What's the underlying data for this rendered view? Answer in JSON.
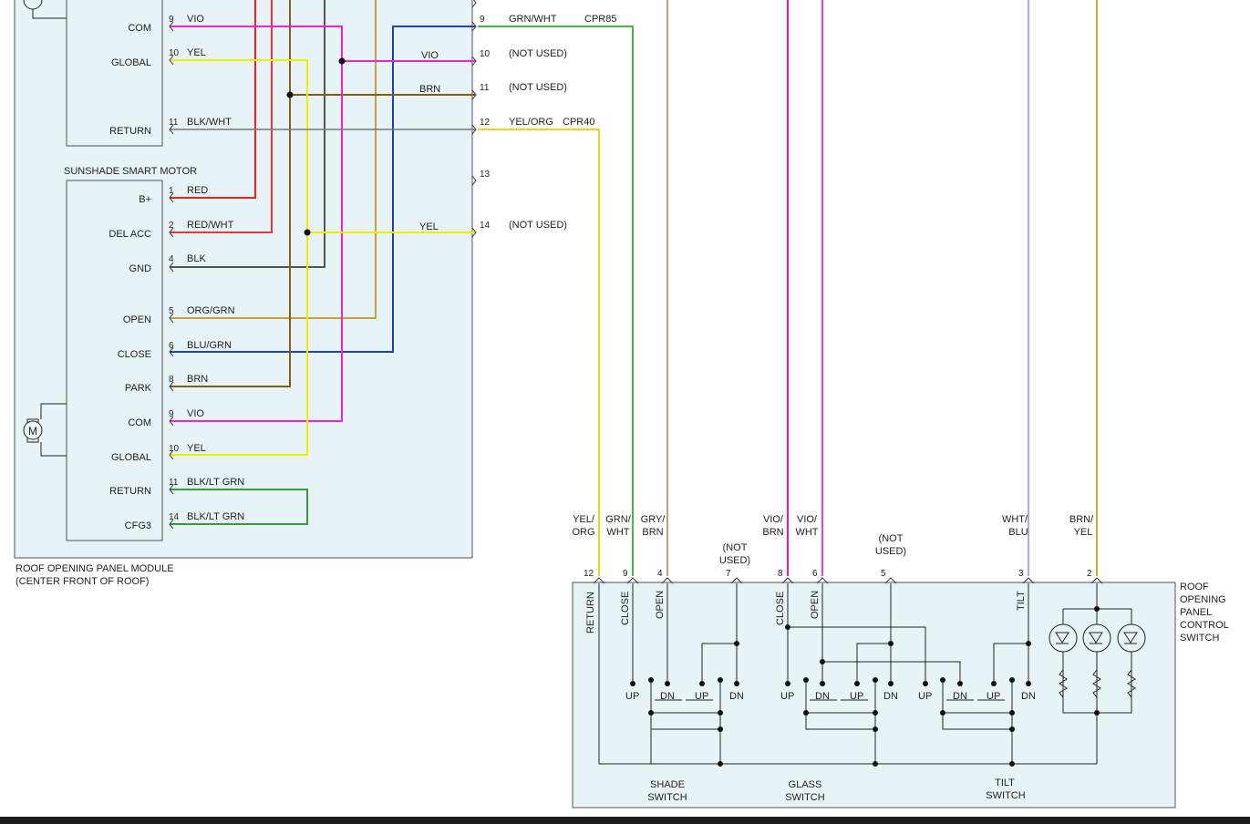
{
  "colors": {
    "VIO": "#ee22dd",
    "YEL": "#eeee00",
    "BLK_WHT": "#777777",
    "RED": "#ee2222",
    "RED_WHT": "#ee3333",
    "BLK": "#555555",
    "ORG_GRN": "#c8a040",
    "BLU_GRN": "#1f3fbf",
    "BRN": "#806010",
    "BLK_LTGRN": "#3a9a3a",
    "GRN_WHT": "#44bb44",
    "YEL_ORG": "#f0d020",
    "GRY_BRN": "#c0a080",
    "VIO_BRN": "#dd2288",
    "VIO_WHT": "#dd44ee",
    "WHT_BLU": "#9988ee",
    "BRN_YEL": "#c8b030",
    "GRAY_TOP": "#666666"
  },
  "module": {
    "title_line1": "ROOF OPENING PANEL MODULE",
    "title_line2": "(CENTER FRONT OF ROOF)",
    "upper_motor": {
      "pins": [
        {
          "label": "COM",
          "num": "9",
          "wire": "VIO"
        },
        {
          "label": "GLOBAL",
          "num": "10",
          "wire": "YEL"
        },
        {
          "label": "RETURN",
          "num": "11",
          "wire": "BLK/WHT"
        }
      ]
    },
    "sunshade": {
      "title": "SUNSHADE SMART MOTOR",
      "pins": [
        {
          "label": "B+",
          "num": "1",
          "wire": "RED"
        },
        {
          "label": "DEL ACC",
          "num": "2",
          "wire": "RED/WHT"
        },
        {
          "label": "GND",
          "num": "4",
          "wire": "BLK"
        },
        {
          "label": "OPEN",
          "num": "5",
          "wire": "ORG/GRN"
        },
        {
          "label": "CLOSE",
          "num": "6",
          "wire": "BLU/GRN"
        },
        {
          "label": "PARK",
          "num": "8",
          "wire": "BRN"
        },
        {
          "label": "COM",
          "num": "9",
          "wire": "VIO"
        },
        {
          "label": "GLOBAL",
          "num": "10",
          "wire": "YEL"
        },
        {
          "label": "RETURN",
          "num": "11",
          "wire": "BLK/LT GRN"
        },
        {
          "label": "CFG3",
          "num": "14",
          "wire": "BLK/LT GRN"
        }
      ]
    },
    "motor_symbol": "M"
  },
  "connector": {
    "wire_labels": {
      "c10": "VIO",
      "c11": "BRN",
      "c14": "YEL"
    },
    "pins": [
      {
        "num": "9",
        "wire": "GRN/WHT",
        "circuit": "CPR85"
      },
      {
        "num": "10",
        "wire": "(NOT USED)",
        "circuit": ""
      },
      {
        "num": "11",
        "wire": "(NOT USED)",
        "circuit": ""
      },
      {
        "num": "12",
        "wire": "YEL/ORG",
        "circuit": "CPR40"
      },
      {
        "num": "13",
        "wire": "",
        "circuit": ""
      },
      {
        "num": "14",
        "wire": "(NOT USED)",
        "circuit": ""
      }
    ]
  },
  "control_switch": {
    "title": [
      "ROOF",
      "OPENING",
      "PANEL",
      "CONTROL",
      "SWITCH"
    ],
    "wires": [
      {
        "line1": "YEL/",
        "line2": "ORG"
      },
      {
        "line1": "GRN/",
        "line2": "WHT"
      },
      {
        "line1": "GRY/",
        "line2": "BRN"
      },
      {
        "line1": "(NOT",
        "line2": "USED)"
      },
      {
        "line1": "VIO/",
        "line2": "BRN"
      },
      {
        "line1": "VIO/",
        "line2": "WHT"
      },
      {
        "line1": "(NOT",
        "line2": "USED)"
      },
      {
        "line1": "WHT/",
        "line2": "BLU"
      },
      {
        "line1": "BRN/",
        "line2": "YEL"
      }
    ],
    "pins": [
      "12",
      "9",
      "4",
      "7",
      "8",
      "6",
      "5",
      "3",
      "2"
    ],
    "functions": [
      "RETURN",
      "CLOSE",
      "OPEN",
      "CLOSE",
      "OPEN",
      "TILT"
    ],
    "up": "UP",
    "dn": "DN",
    "switches": [
      {
        "line1": "SHADE",
        "line2": "SWITCH"
      },
      {
        "line1": "GLASS",
        "line2": "SWITCH"
      },
      {
        "line1": "TILT",
        "line2": "SWITCH"
      }
    ]
  }
}
